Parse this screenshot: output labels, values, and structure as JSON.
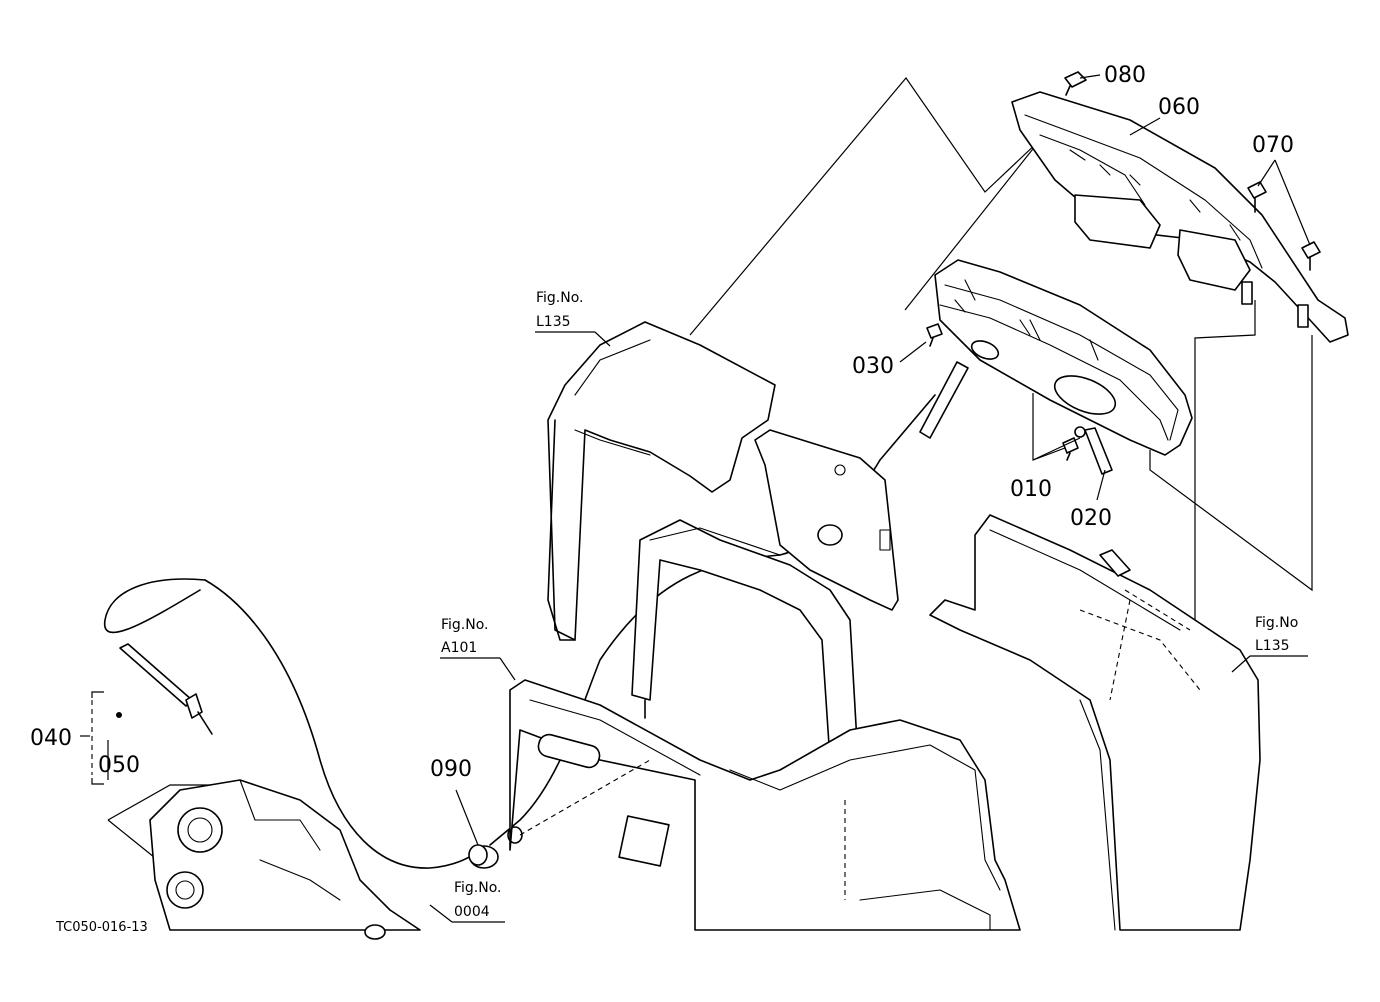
{
  "drawing_code": "TC050-016-13",
  "part_labels": [
    "010",
    "020",
    "030",
    "040",
    "050",
    "060",
    "070",
    "080",
    "090"
  ],
  "figure_refs": [
    {
      "line1": "Fig.No.",
      "line2": "L135"
    },
    {
      "line1": "Fig.No.",
      "line2": "A101"
    },
    {
      "line1": "Fig.No",
      "line2": "L135"
    },
    {
      "line1": "Fig.No.",
      "line2": "0004"
    }
  ]
}
